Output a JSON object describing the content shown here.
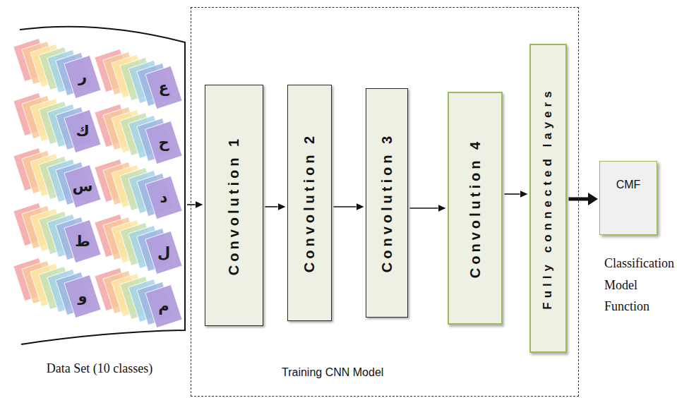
{
  "diagram": {
    "nodes": [
      {
        "text": [
          "Data Set (10 classes)"
        ]
      },
      {
        "text": [
          "Training CNN Model"
        ]
      },
      {
        "text": [
          "Convolution 1"
        ],
        "in": 1
      },
      {
        "text": [
          "Convolution 2"
        ],
        "in": 1
      },
      {
        "text": [
          "Convolution 3"
        ],
        "in": 1
      },
      {
        "text": [
          "Convolution 4"
        ],
        "in": 1
      },
      {
        "text": [
          "Fully connected layers"
        ],
        "in": 1
      },
      {
        "text": [
          "CMF",
          "Classification Model Function"
        ]
      }
    ],
    "edges": [
      {
        "from": 0,
        "to": 2,
        "arrow": "to"
      },
      {
        "from": 2,
        "to": 3,
        "arrow": "to"
      },
      {
        "from": 3,
        "to": 4,
        "arrow": "to"
      },
      {
        "from": 4,
        "to": 5,
        "arrow": "to"
      },
      {
        "from": 5,
        "to": 6,
        "arrow": "to"
      },
      {
        "from": 6,
        "to": 7,
        "arrow": "to"
      }
    ],
    "labels": [
      "ر",
      "ك",
      "س",
      "ط",
      "و",
      "ع",
      "ح",
      "د",
      "ل",
      "م"
    ]
  }
}
